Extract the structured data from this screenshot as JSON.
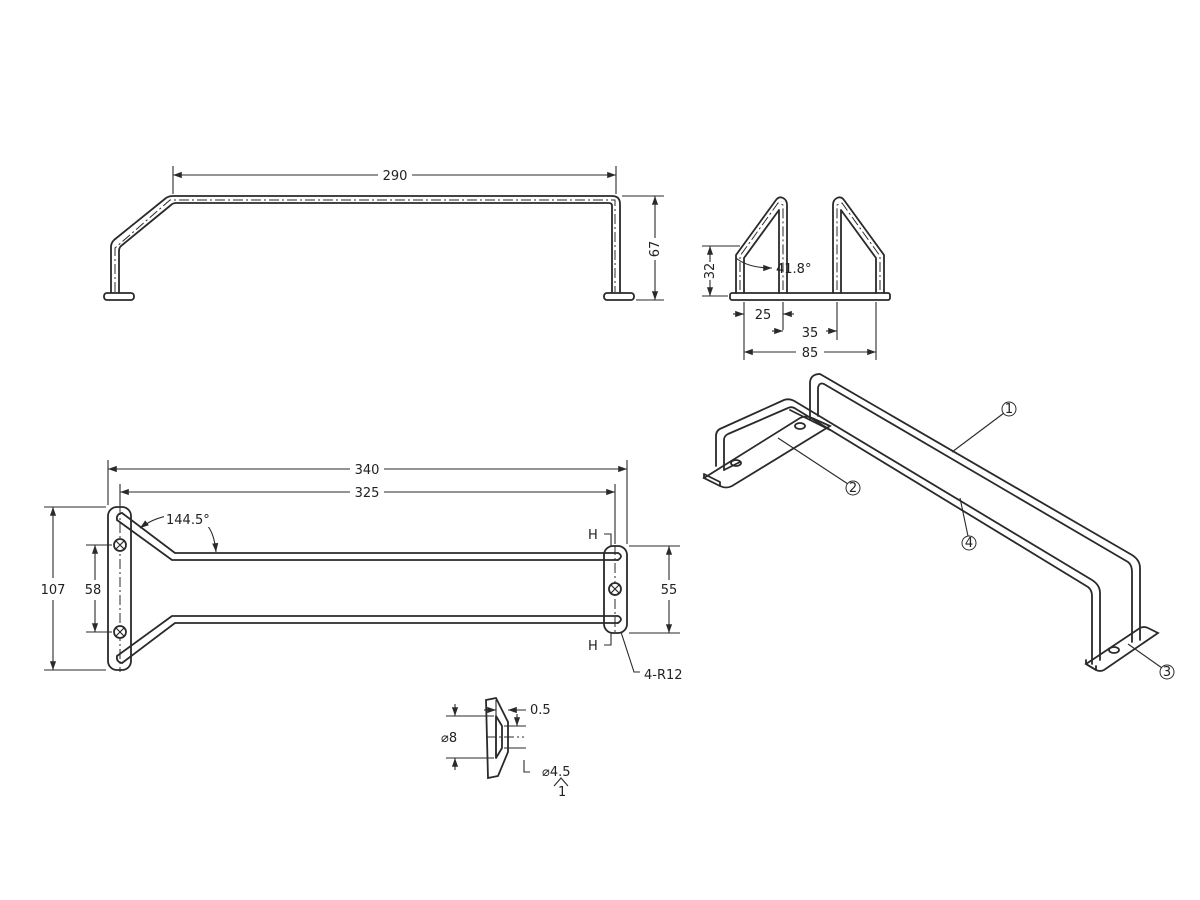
{
  "top_view": {
    "length_290": "290",
    "height_67": "67"
  },
  "side_view": {
    "height_32": "32",
    "angle_41_8": "41.8°",
    "spacing_25": "25",
    "spacing_35": "35",
    "width_85": "85"
  },
  "plan_view": {
    "length_340": "340",
    "length_325": "325",
    "angle_144_5": "144.5°",
    "width_107": "107",
    "hole_spacing_58": "58",
    "width_55": "55",
    "section_mark_top": "H",
    "section_mark_bottom": "H",
    "radius_note": "4-R12"
  },
  "section_detail": {
    "thickness_0_5": "0.5",
    "diameter_8": "⌀8",
    "diameter_4_5": "⌀4.5",
    "depth_mark": "1"
  },
  "iso_view": {
    "balloons": [
      "1",
      "2",
      "3",
      "4"
    ]
  },
  "colors": {
    "line": "#2a2a2a",
    "background": "#ffffff"
  }
}
